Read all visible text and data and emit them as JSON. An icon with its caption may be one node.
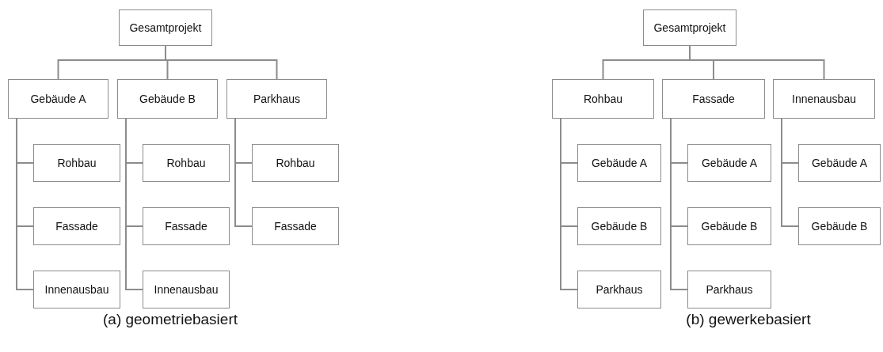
{
  "diagram": {
    "nodes": [
      {
        "text": [
          "Gesamtprojekt"
        ]
      },
      {
        "text": [
          "Gebäude A"
        ]
      },
      {
        "text": [
          "Gebäude B"
        ]
      },
      {
        "text": [
          "Parkhaus"
        ]
      },
      {
        "text": [
          "Rohbau"
        ]
      },
      {
        "text": [
          "Fassade"
        ]
      },
      {
        "text": [
          "Innenausbau"
        ]
      },
      {
        "text": [
          "Rohbau"
        ]
      },
      {
        "text": [
          "Fassade"
        ]
      },
      {
        "text": [
          "Innenausbau"
        ]
      },
      {
        "text": [
          "Rohbau"
        ]
      },
      {
        "text": [
          "Fassade"
        ]
      },
      {
        "text": [
          "Gesamtprojekt"
        ]
      },
      {
        "text": [
          "Rohbau"
        ]
      },
      {
        "text": [
          "Fassade"
        ]
      },
      {
        "text": [
          "Innenausbau"
        ]
      },
      {
        "text": [
          "Gebäude A"
        ]
      },
      {
        "text": [
          "Gebäude B"
        ]
      },
      {
        "text": [
          "Parkhaus"
        ]
      },
      {
        "text": [
          "Gebäude A"
        ]
      },
      {
        "text": [
          "Gebäude B"
        ]
      },
      {
        "text": [
          "Parkhaus"
        ]
      },
      {
        "text": [
          "Gebäude A"
        ]
      },
      {
        "text": [
          "Gebäude B"
        ]
      }
    ],
    "edges": [
      {
        "from": 0,
        "to": 1,
        "arrow": "none"
      },
      {
        "from": 0,
        "to": 2,
        "arrow": "none"
      },
      {
        "from": 0,
        "to": 3,
        "arrow": "none"
      },
      {
        "from": 1,
        "to": 4,
        "arrow": "none"
      },
      {
        "from": 1,
        "to": 5,
        "arrow": "none"
      },
      {
        "from": 1,
        "to": 6,
        "arrow": "none"
      },
      {
        "from": 2,
        "to": 7,
        "arrow": "none"
      },
      {
        "from": 2,
        "to": 8,
        "arrow": "none"
      },
      {
        "from": 2,
        "to": 9,
        "arrow": "none"
      },
      {
        "from": 3,
        "to": 10,
        "arrow": "none"
      },
      {
        "from": 3,
        "to": 11,
        "arrow": "none"
      },
      {
        "from": 12,
        "to": 13,
        "arrow": "none"
      },
      {
        "from": 12,
        "to": 14,
        "arrow": "none"
      },
      {
        "from": 12,
        "to": 15,
        "arrow": "none"
      },
      {
        "from": 13,
        "to": 16,
        "arrow": "none"
      },
      {
        "from": 13,
        "to": 17,
        "arrow": "none"
      },
      {
        "from": 13,
        "to": 18,
        "arrow": "none"
      },
      {
        "from": 14,
        "to": 19,
        "arrow": "none"
      },
      {
        "from": 14,
        "to": 20,
        "arrow": "none"
      },
      {
        "from": 14,
        "to": 21,
        "arrow": "none"
      },
      {
        "from": 15,
        "to": 22,
        "arrow": "none"
      },
      {
        "from": 15,
        "to": 23,
        "arrow": "none"
      }
    ],
    "labels": [
      "(a) geometriebasiert",
      "(b) gewerkebasiert"
    ]
  }
}
